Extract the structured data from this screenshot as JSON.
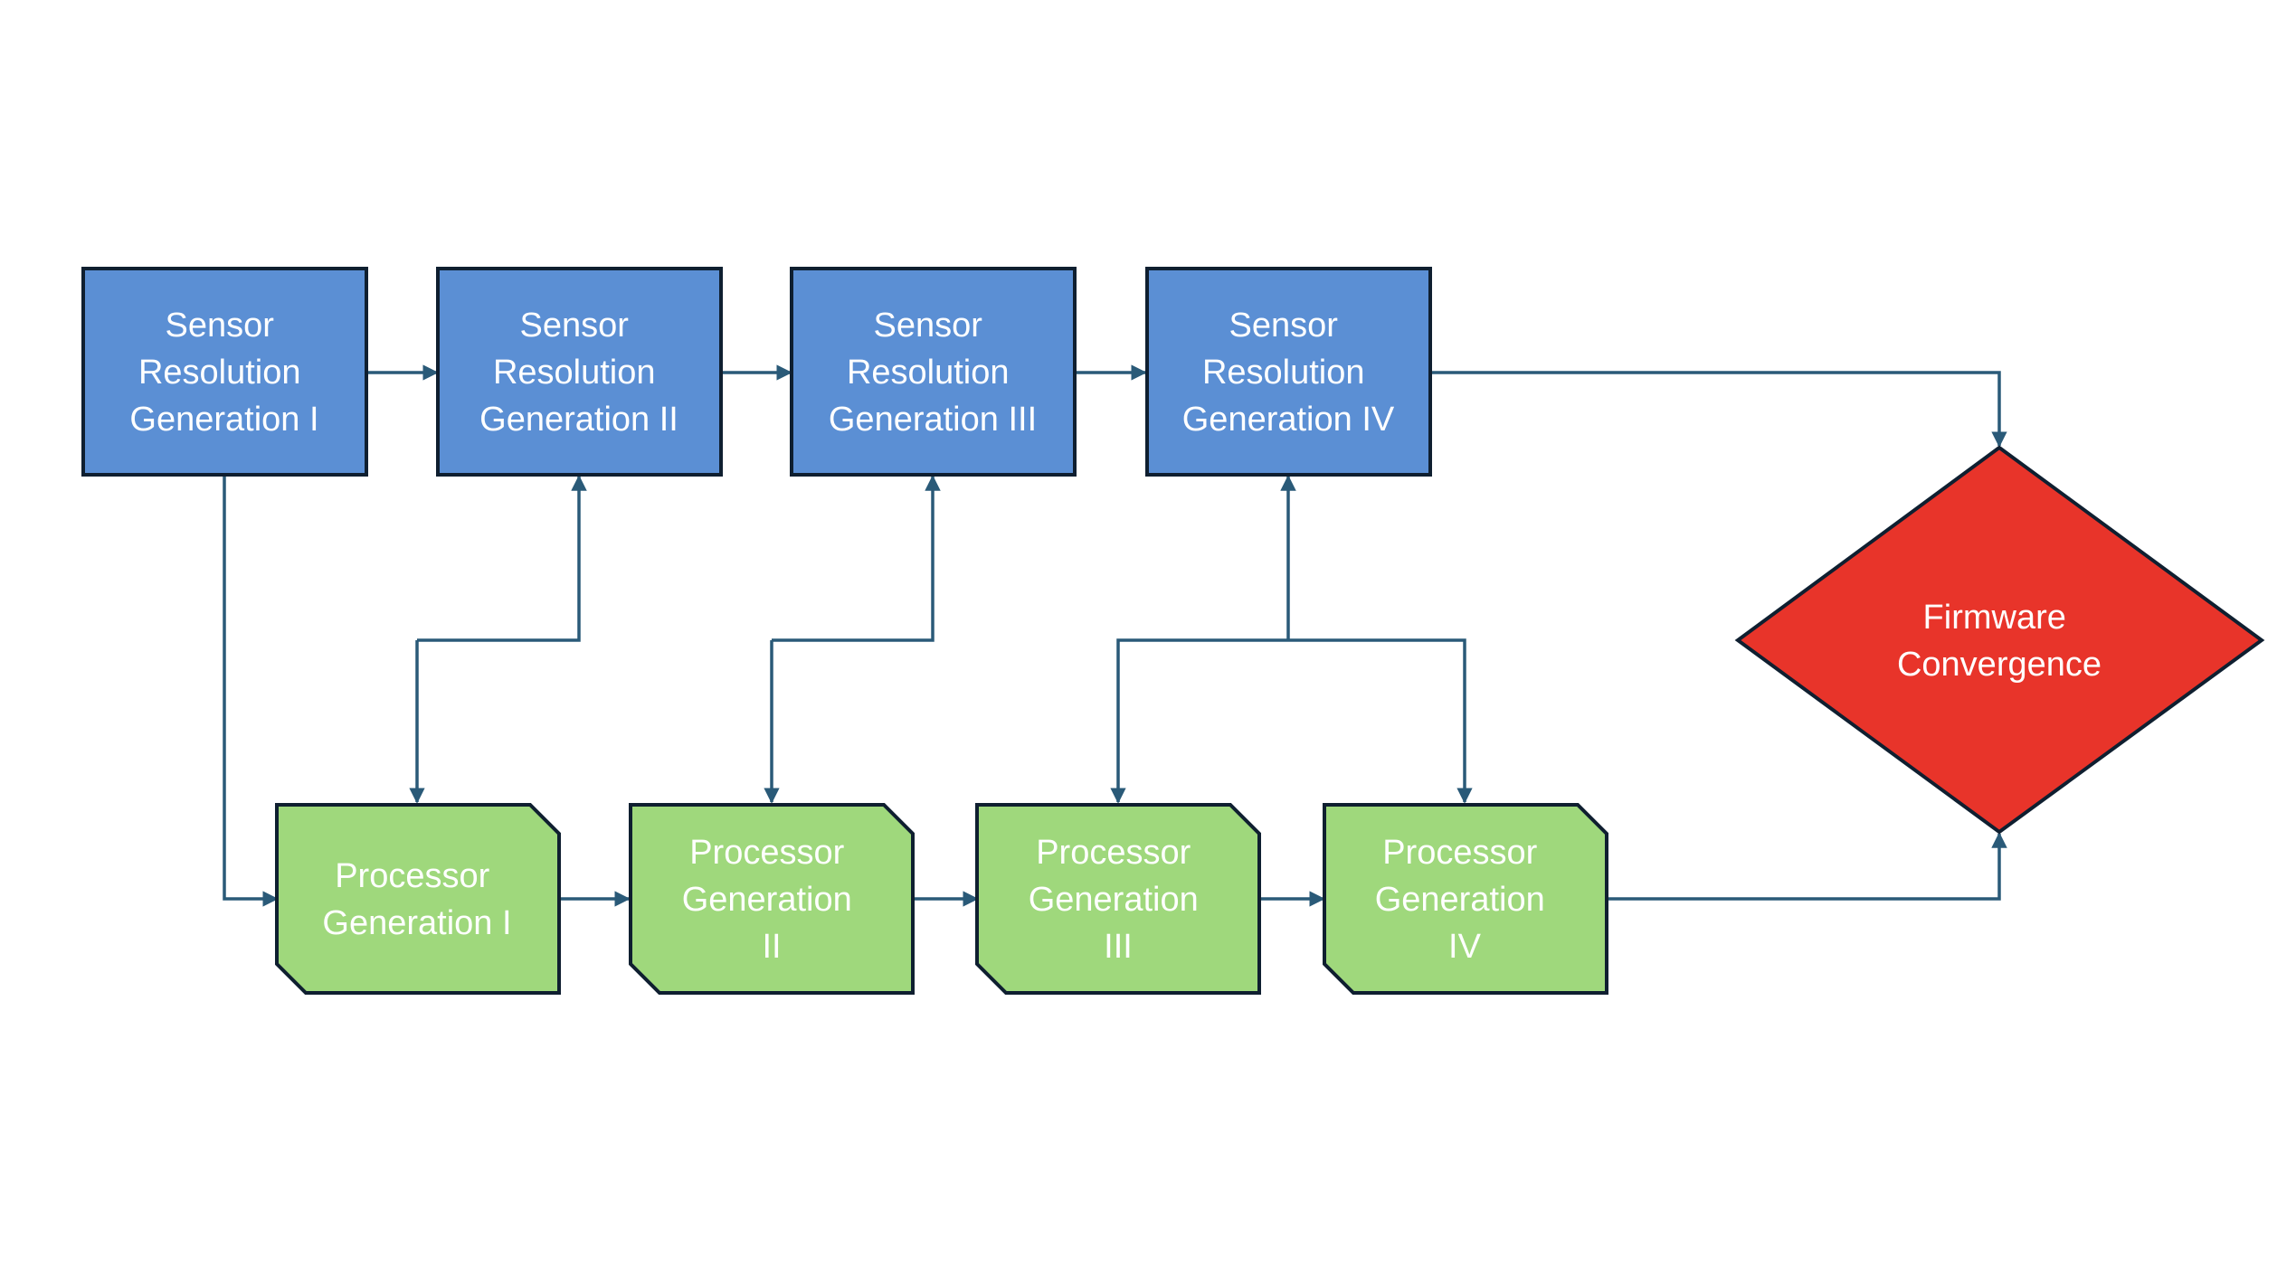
{
  "colors": {
    "sensor_fill": "#5b8fd4",
    "processor_fill": "#9fd87c",
    "final_fill": "#e8342a",
    "connector": "#2a5a78",
    "border": "#0f1f30",
    "text": "#ffffff"
  },
  "nodes": {
    "sensor_1": {
      "lines": [
        "Sensor",
        "Resolution",
        "Generation I"
      ]
    },
    "sensor_2": {
      "lines": [
        "Sensor",
        "Resolution",
        "Generation II"
      ]
    },
    "sensor_3": {
      "lines": [
        "Sensor",
        "Resolution",
        "Generation III"
      ]
    },
    "sensor_4": {
      "lines": [
        "Sensor",
        "Resolution",
        "Generation IV"
      ]
    },
    "processor_1": {
      "lines": [
        "Processor",
        "Generation I"
      ]
    },
    "processor_2": {
      "lines": [
        "Processor",
        "Generation",
        "II"
      ]
    },
    "processor_3": {
      "lines": [
        "Processor",
        "Generation",
        "III"
      ]
    },
    "processor_4": {
      "lines": [
        "Processor",
        "Generation",
        "IV"
      ]
    },
    "firmware": {
      "lines": [
        "Firmware",
        "Convergence"
      ]
    }
  },
  "edges": [
    [
      "sensor_1",
      "sensor_2"
    ],
    [
      "sensor_2",
      "sensor_3"
    ],
    [
      "sensor_3",
      "sensor_4"
    ],
    [
      "sensor_4",
      "firmware"
    ],
    [
      "sensor_1",
      "processor_1"
    ],
    [
      "processor_1",
      "sensor_2"
    ],
    [
      "sensor_2",
      "processor_1"
    ],
    [
      "processor_2",
      "sensor_3"
    ],
    [
      "sensor_3",
      "processor_2"
    ],
    [
      "sensor_4",
      "processor_3"
    ],
    [
      "sensor_4",
      "processor_4"
    ],
    [
      "processor_3",
      "sensor_4"
    ],
    [
      "processor_1",
      "processor_2"
    ],
    [
      "processor_2",
      "processor_3"
    ],
    [
      "processor_3",
      "processor_4"
    ],
    [
      "processor_4",
      "firmware"
    ]
  ]
}
